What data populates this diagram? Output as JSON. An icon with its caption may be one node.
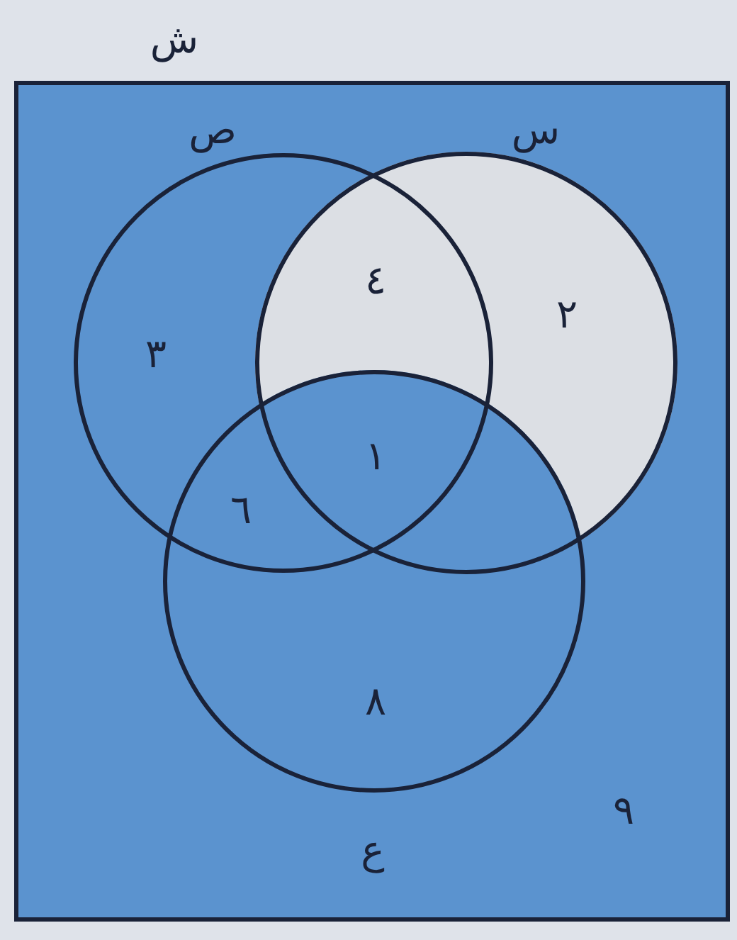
{
  "diagram": {
    "nodes": [
      {
        "text": [
          "ش"
        ]
      },
      {
        "text": [
          "ص"
        ],
        "in": 0
      },
      {
        "text": [
          "س"
        ],
        "in": 0
      },
      {
        "text": [
          "ع"
        ],
        "in": 0
      }
    ],
    "labels": [
      "٤",
      "٣",
      "٢",
      "١",
      "٦",
      "٨",
      "٩"
    ]
  }
}
